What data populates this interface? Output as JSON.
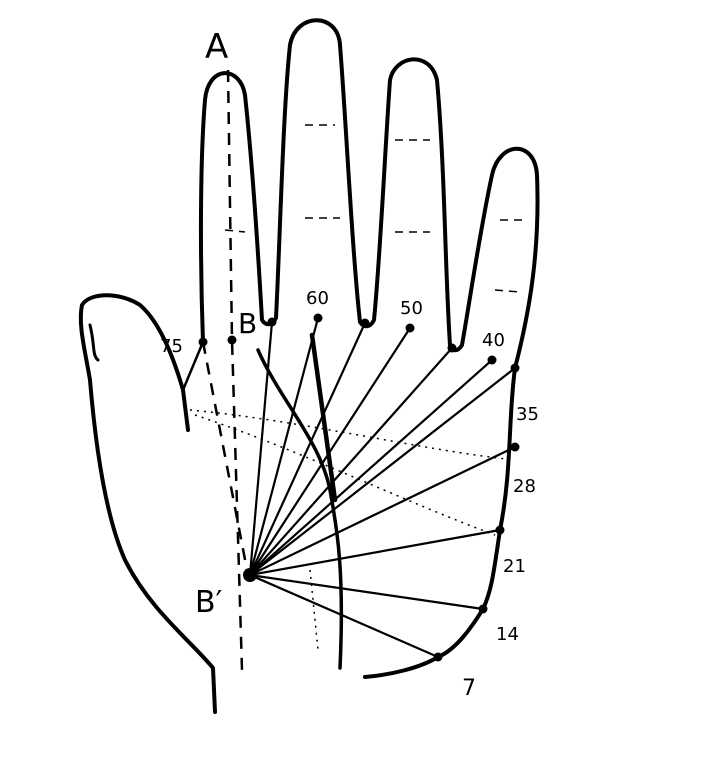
{
  "diagram": {
    "labels": {
      "A": "A",
      "B": "B",
      "B_prime": "B′",
      "ages": [
        "75",
        "60",
        "50",
        "40",
        "35",
        "28",
        "21",
        "14",
        "7"
      ]
    },
    "colors": {
      "ink": "#000000",
      "background": "#ffffff"
    }
  }
}
